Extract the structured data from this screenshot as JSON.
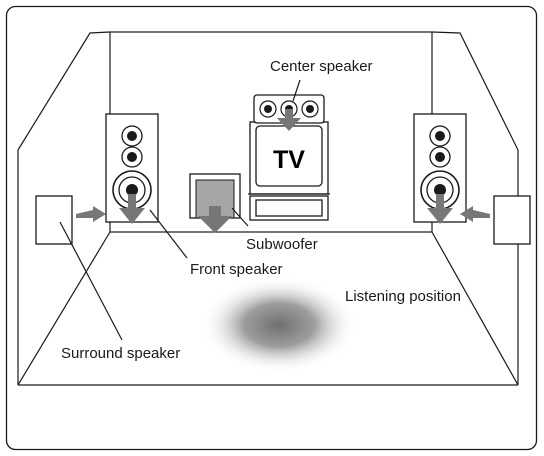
{
  "labels": {
    "center_speaker": "Center speaker",
    "tv": "TV",
    "subwoofer": "Subwoofer",
    "front_speaker": "Front speaker",
    "listening_position": "Listening position",
    "surround_speaker": "Surround speaker"
  },
  "colors": {
    "line": "#1a1a1a",
    "arrow": "#777777",
    "subwoofer_fill": "#a6a6a6",
    "listening_spot": "#6e6e6e"
  }
}
